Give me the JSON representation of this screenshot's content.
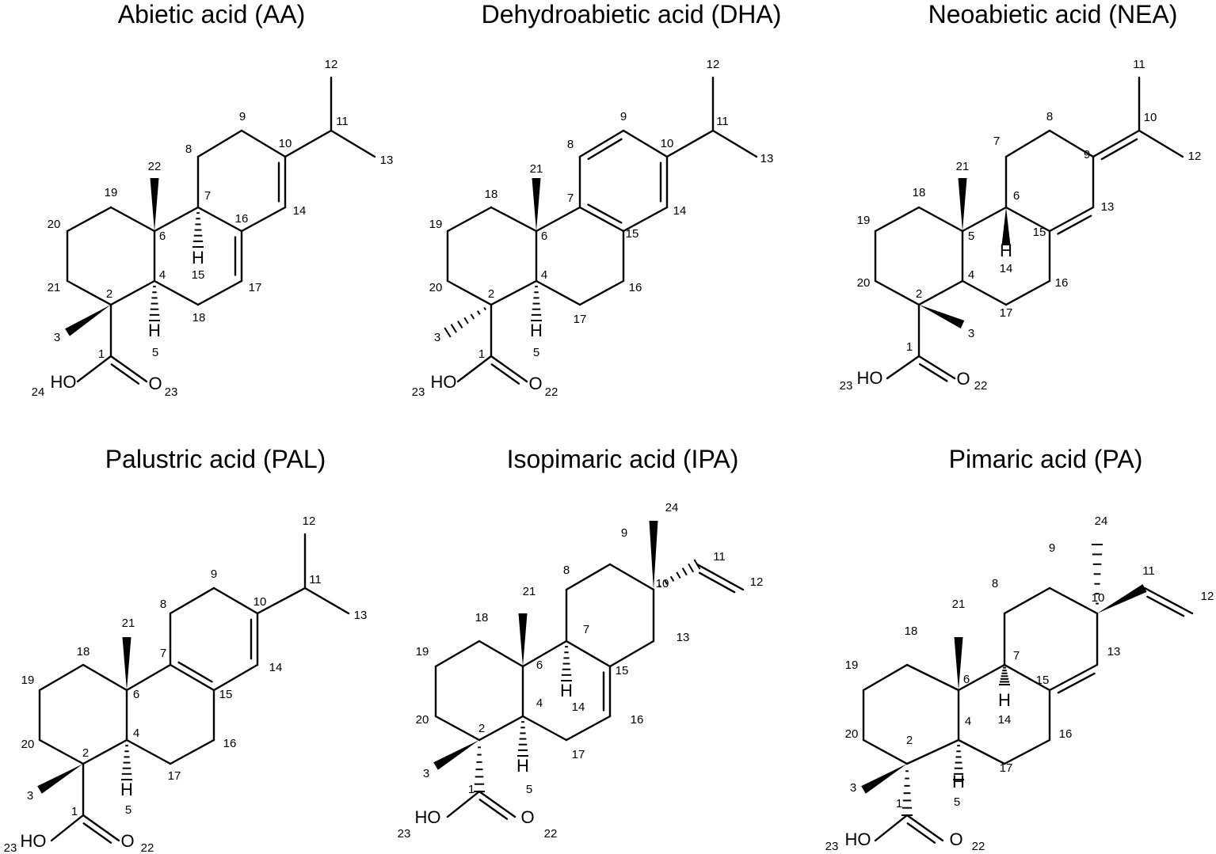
{
  "panels": [
    {
      "title": "Abietic acid (AA)",
      "labels": [
        "1",
        "2",
        "3",
        "4",
        "5",
        "6",
        "7",
        "8",
        "9",
        "10",
        "11",
        "12",
        "13",
        "14",
        "15",
        "16",
        "17",
        "18",
        "19",
        "20",
        "21",
        "22",
        "23",
        "24"
      ],
      "atoms": [
        "HO",
        "O",
        "H",
        "H"
      ]
    },
    {
      "title": "Dehydroabietic acid (DHA)",
      "labels": [
        "1",
        "2",
        "3",
        "4",
        "5",
        "6",
        "7",
        "8",
        "9",
        "10",
        "11",
        "12",
        "13",
        "14",
        "15",
        "16",
        "17",
        "18",
        "19",
        "20",
        "21",
        "22",
        "23"
      ],
      "atoms": [
        "HO",
        "O",
        "H"
      ]
    },
    {
      "title": "Neoabietic acid (NEA)",
      "labels": [
        "1",
        "2",
        "3",
        "4",
        "5",
        "6",
        "7",
        "8",
        "9",
        "10",
        "11",
        "12",
        "13",
        "14",
        "15",
        "16",
        "17",
        "18",
        "19",
        "20",
        "21",
        "22",
        "23"
      ],
      "atoms": [
        "HO",
        "O",
        "H"
      ]
    },
    {
      "title": "Palustric acid (PAL)",
      "labels": [
        "1",
        "2",
        "3",
        "4",
        "5",
        "6",
        "7",
        "8",
        "9",
        "10",
        "11",
        "12",
        "13",
        "14",
        "15",
        "16",
        "17",
        "18",
        "19",
        "20",
        "21",
        "22",
        "23"
      ],
      "atoms": [
        "HO",
        "O",
        "H"
      ]
    },
    {
      "title": "Isopimaric acid (IPA)",
      "labels": [
        "1",
        "2",
        "3",
        "4",
        "5",
        "6",
        "7",
        "8",
        "9",
        "10",
        "11",
        "12",
        "13",
        "14",
        "15",
        "16",
        "17",
        "18",
        "19",
        "20",
        "21",
        "22",
        "23",
        "24"
      ],
      "atoms": [
        "HO",
        "O",
        "H",
        "H"
      ]
    },
    {
      "title": "Pimaric acid (PA)",
      "labels": [
        "1",
        "2",
        "3",
        "4",
        "5",
        "6",
        "7",
        "8",
        "9",
        "10",
        "11",
        "12",
        "13",
        "14",
        "15",
        "16",
        "17",
        "18",
        "19",
        "20",
        "21",
        "22",
        "23",
        "24"
      ],
      "atoms": [
        "HO",
        "O",
        "H",
        "H"
      ]
    }
  ]
}
